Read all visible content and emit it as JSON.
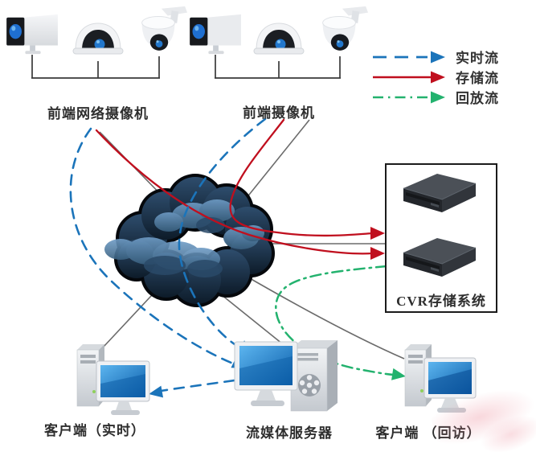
{
  "legend": {
    "items": [
      {
        "id": "realtime",
        "label": "实时流",
        "color": "#1b74ba",
        "line_style": "dashed"
      },
      {
        "id": "storage",
        "label": "存储流",
        "color": "#c00f1e",
        "line_style": "solid"
      },
      {
        "id": "playback",
        "label": "回放流",
        "color": "#23b26e",
        "line_style": "dash-dot"
      }
    ]
  },
  "nodes": {
    "camera_group_left": {
      "label": "前端网络摄像机",
      "devices": [
        "box-camera",
        "dome-camera",
        "ptz-camera"
      ]
    },
    "camera_group_right": {
      "label": "前端摄像机",
      "devices": [
        "box-camera",
        "dome-camera",
        "ptz-camera"
      ]
    },
    "cloud": {
      "label": ""
    },
    "cvr": {
      "label": "CVR存储系统",
      "devices": [
        "nvr-unit",
        "nvr-unit"
      ]
    },
    "client_realtime": {
      "label": "客户端（实时）"
    },
    "media_server": {
      "label": "流媒体服务器"
    },
    "client_playback": {
      "label": "客户端 （回访）"
    }
  },
  "colors": {
    "network_line": "#6b6b6b",
    "device_line": "#3a3a3a",
    "text": "#2e2e2e",
    "cloud_dark": "#16293c",
    "cloud_light": "#53799f",
    "screen_blue": "#1479c8"
  }
}
